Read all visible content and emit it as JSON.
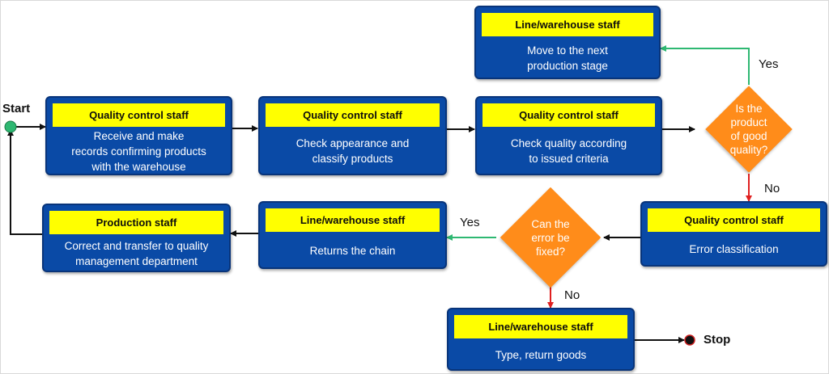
{
  "terminals": {
    "start": "Start",
    "stop": "Stop"
  },
  "boxes": {
    "receive": {
      "role": "Quality control staff",
      "task": "Receive and make\nrecords confirming products\nwith the warehouse"
    },
    "appearance": {
      "role": "Quality control staff",
      "task": "Check appearance and\nclassify products"
    },
    "check": {
      "role": "Quality control staff",
      "task": "Check quality according\nto issued criteria"
    },
    "next": {
      "role": "Line/warehouse staff",
      "task": "Move to the next\nproduction stage"
    },
    "classify": {
      "role": "Quality control staff",
      "task": "Error classification"
    },
    "chain": {
      "role": "Line/warehouse staff",
      "task": "Returns the chain"
    },
    "correct": {
      "role": "Production staff",
      "task": "Correct and transfer to quality\nmanagement department"
    },
    "return": {
      "role": "Line/warehouse staff",
      "task": "Type, return goods"
    }
  },
  "decisions": {
    "quality": "Is the\nproduct\nof good\nquality?",
    "fixable": "Can the\nerror be\nfixed?"
  },
  "edge_labels": {
    "quality_yes": "Yes",
    "quality_no": "No",
    "fixable_yes": "Yes",
    "fixable_no": "No"
  },
  "colors": {
    "box_fill": "#0a4aa6",
    "role_fill": "#ffff00",
    "decision_fill": "#ff8c1a",
    "yes_arrow": "#2eb872",
    "no_arrow": "#e02020",
    "flow_arrow": "#111111",
    "start_node": "#2eb872",
    "stop_node": "#111111"
  }
}
